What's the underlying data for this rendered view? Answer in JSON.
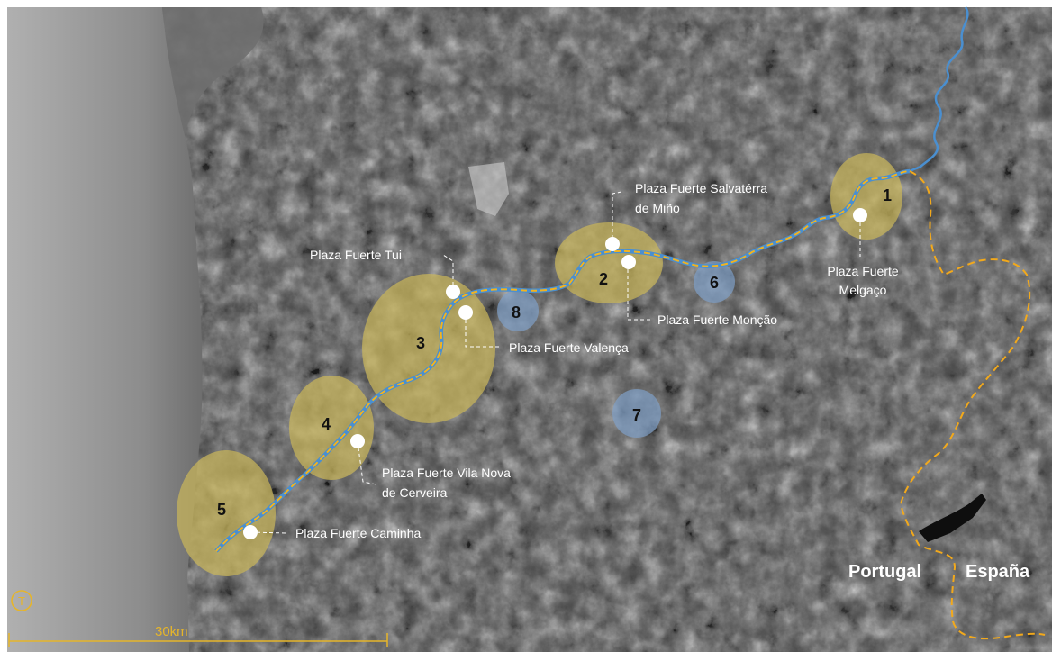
{
  "colors": {
    "zone_fill": "#c9b65a",
    "blue_zone_fill": "#7f9fc8",
    "route_blue": "#4a8fd0",
    "route_yellow": "#f2b320",
    "border": "#f2a91c",
    "river": "#4a8fd0",
    "label": "#ffffff",
    "sea": "#9a9a9a"
  },
  "zones": [
    {
      "number": "1",
      "type": "fort"
    },
    {
      "number": "2",
      "type": "fort"
    },
    {
      "number": "3",
      "type": "fort"
    },
    {
      "number": "4",
      "type": "fort"
    },
    {
      "number": "5",
      "type": "fort"
    },
    {
      "number": "6",
      "type": "other"
    },
    {
      "number": "7",
      "type": "other"
    },
    {
      "number": "8",
      "type": "other"
    }
  ],
  "forts": [
    {
      "lines": [
        "Plaza Fuerte",
        "Melgaço"
      ]
    },
    {
      "lines": [
        "Plaza Fuerte Salvatérra",
        "de Miño"
      ]
    },
    {
      "lines": [
        "Plaza Fuerte Monção"
      ]
    },
    {
      "lines": [
        "Plaza Fuerte Tui"
      ]
    },
    {
      "lines": [
        "Plaza Fuerte Valença"
      ]
    },
    {
      "lines": [
        "Plaza Fuerte Vila Nova",
        "de Cerveira"
      ]
    },
    {
      "lines": [
        "Plaza Fuerte Caminha"
      ]
    }
  ],
  "countries": {
    "left": "Portugal",
    "right": "España"
  },
  "scale": {
    "label": "30km"
  },
  "north": {
    "symbol": "T"
  }
}
